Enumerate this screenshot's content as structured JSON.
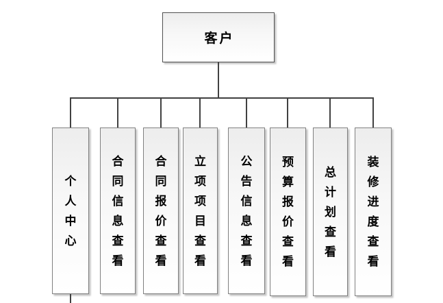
{
  "diagram": {
    "root_label": "客户",
    "children": [
      {
        "label": "个人中心"
      },
      {
        "label": "合同信息查看"
      },
      {
        "label": "合同报价查看"
      },
      {
        "label": "立项项目查看"
      },
      {
        "label": "公告信息查看"
      },
      {
        "label": "预算报价查看"
      },
      {
        "label": "总计划查看"
      },
      {
        "label": "装修进度查看"
      }
    ],
    "colors": {
      "line": "#404040",
      "root_border": "#4f4f4f",
      "child_border": "#7f7f7f",
      "fill_top": "#ededed",
      "fill_bottom": "#ffffff",
      "text": "#000000"
    }
  }
}
